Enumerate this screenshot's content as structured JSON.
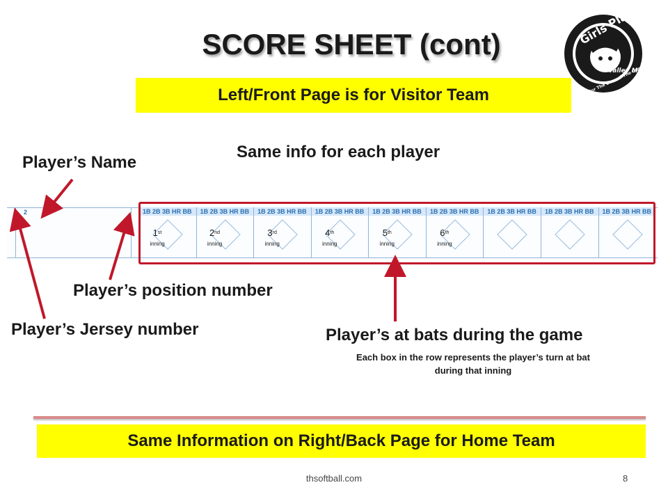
{
  "title": "SCORE SHEET (cont)",
  "banner_top": "Left/Front Page is for Visitor Team",
  "same_info": "Same info for each player",
  "labels": {
    "player_name": "Player’s Name",
    "position_number": "Player’s position number",
    "jersey_number": "Player’s Jersey number",
    "at_bats": "Player’s at bats during the game",
    "at_bats_desc_1": "Each box in the row represents the player’s turn at bat",
    "at_bats_desc_2": "during that inning"
  },
  "scoresheet": {
    "row_number": "2",
    "box_header": "1B 2B 3B HR BB",
    "innings": [
      {
        "num": "1",
        "suffix": "st",
        "word": "inning"
      },
      {
        "num": "2",
        "suffix": "nd",
        "word": "inning"
      },
      {
        "num": "3",
        "suffix": "rd",
        "word": "inning"
      },
      {
        "num": "4",
        "suffix": "th",
        "word": "inning"
      },
      {
        "num": "5",
        "suffix": "th",
        "word": "inning"
      },
      {
        "num": "6",
        "suffix": "th",
        "word": "inning"
      }
    ]
  },
  "banner_bottom": "Same Information on Right/Back Page for Home Team",
  "footer": "thsoftball.com",
  "page_number": "8",
  "logo": {
    "icon": "girls-play-logo-icon",
    "text_main": "Girls Play",
    "text_sub": "Valley Mesa",
    "text_ring": "For The Love of The Game!"
  },
  "colors": {
    "banner": "#ffff00",
    "callout": "#c0182a",
    "sheet_blue": "#2a6fb0"
  }
}
